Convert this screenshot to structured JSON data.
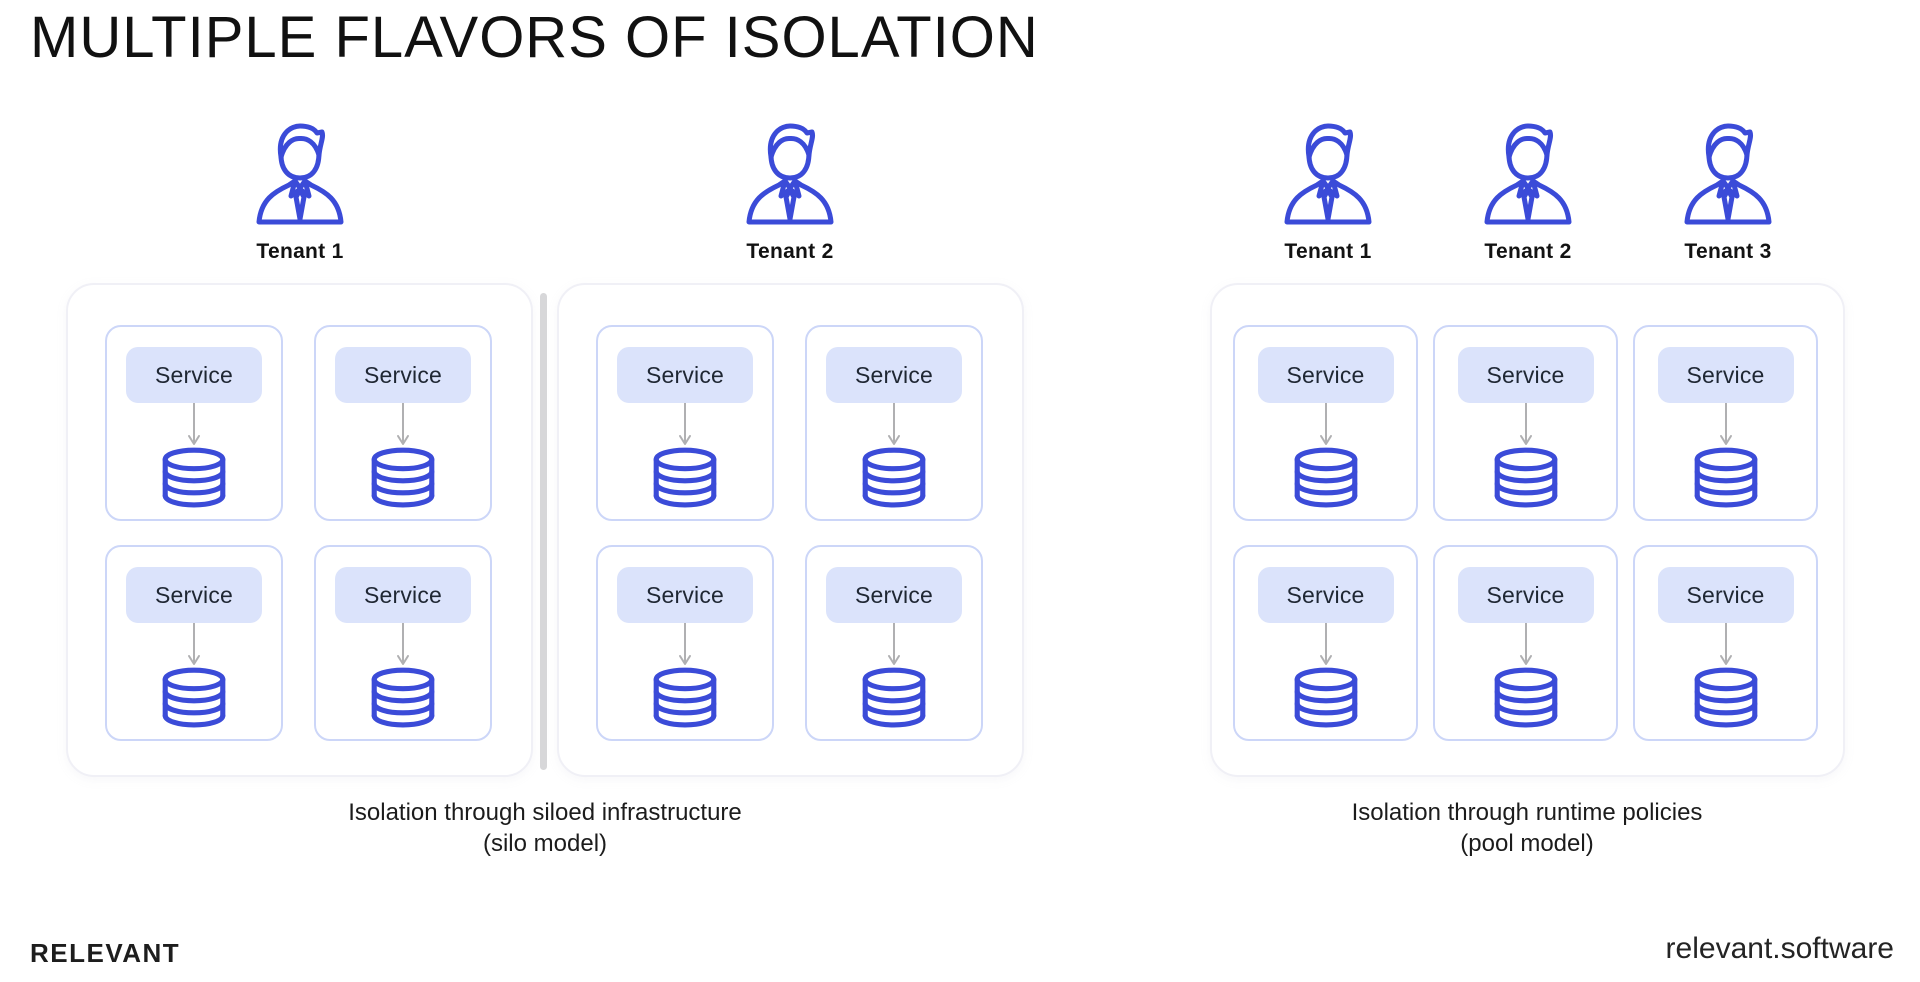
{
  "title": "MULTIPLE FLAVORS OF ISOLATION",
  "service_label": "Service",
  "silo": {
    "tenants": [
      {
        "label": "Tenant 1",
        "services": 4
      },
      {
        "label": "Tenant 2",
        "services": 4
      }
    ],
    "caption_line1": "Isolation through siloed infrastructure",
    "caption_line2": "(silo model)"
  },
  "pool": {
    "tenants": [
      {
        "label": "Tenant 1"
      },
      {
        "label": "Tenant 2"
      },
      {
        "label": "Tenant 3"
      }
    ],
    "shared_services": 6,
    "caption_line1": "Isolation through runtime policies",
    "caption_line2": "(pool model)"
  },
  "footer": {
    "brand": "RELEVANT",
    "website": "relevant.software"
  },
  "icons": {
    "tenant": "businessman-icon",
    "database": "database-icon",
    "connector": "arrow-down-icon"
  },
  "colors": {
    "accent_blue": "#3b4bd8",
    "service_pill_bg": "#dbe3fb",
    "card_border": "#ccd6f8",
    "container_border": "#f0f0f6",
    "divider_gray": "#d7d7d9",
    "arrow_gray": "#b0b0b2",
    "text": "#161616"
  }
}
